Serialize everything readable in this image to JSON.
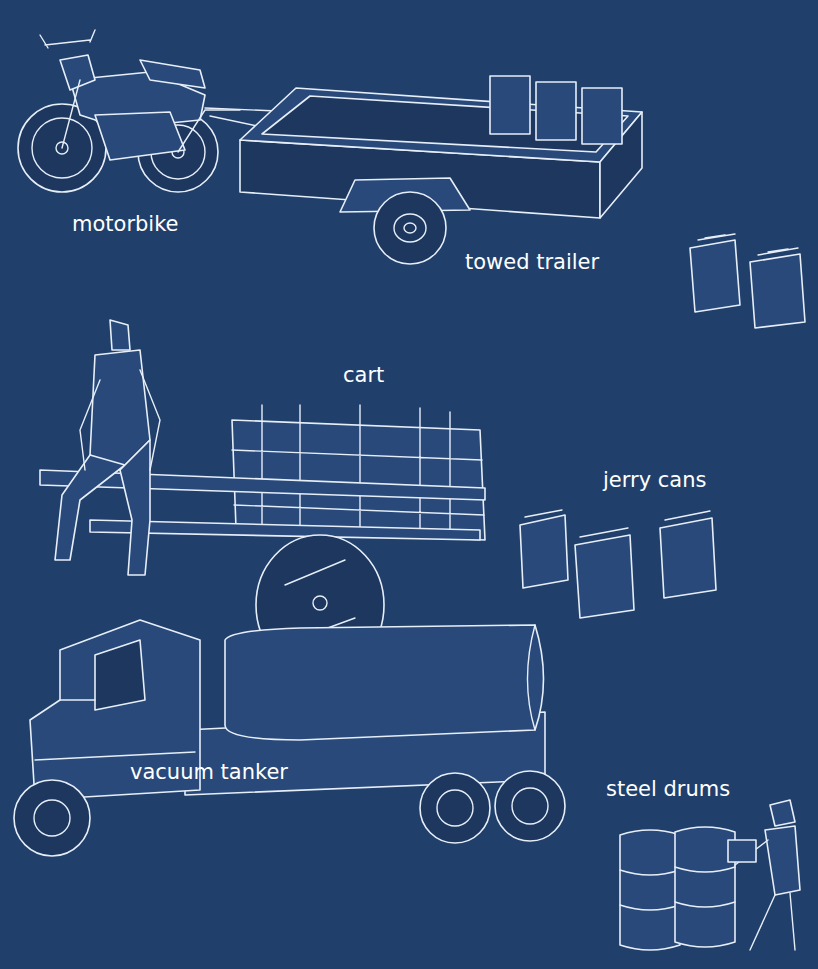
{
  "diagram": {
    "labels": [
      "motorbike",
      "towed trailer",
      "cart",
      "jerry cans",
      "vacuum tanker",
      "steel drums"
    ]
  }
}
